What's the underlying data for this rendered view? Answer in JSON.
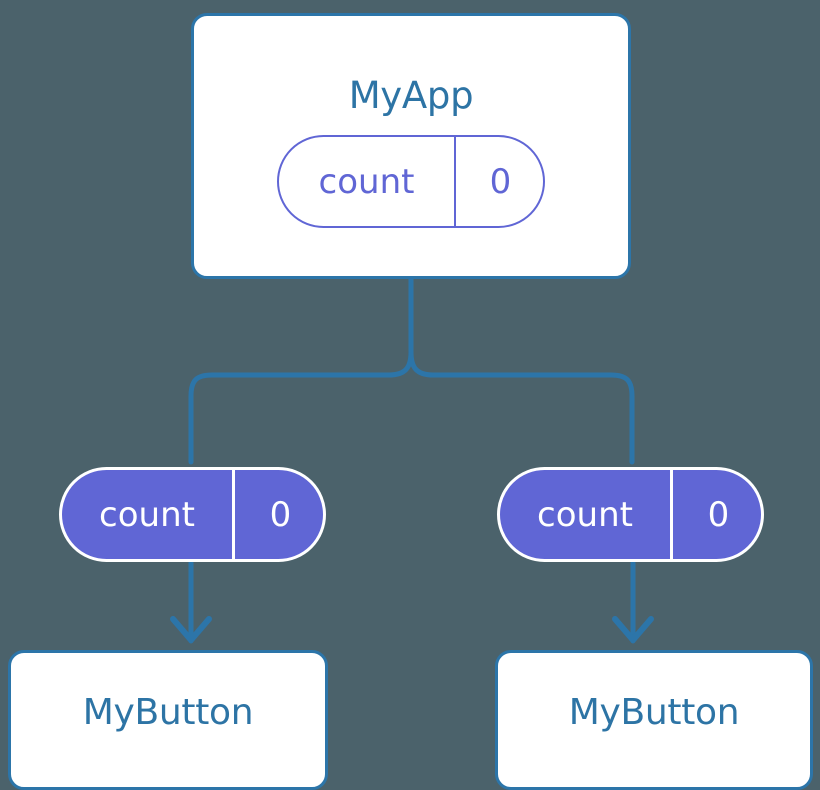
{
  "diagram": {
    "type": "component-state-tree",
    "background_color": "#4b626b",
    "colors": {
      "background": "#4b626b",
      "card_border": "#2c75a9",
      "card_fill": "#ffffff",
      "title_text": "#2d74a5",
      "connector": "#2c75a9",
      "pill_accent": "#6066d5",
      "pill_filled_text": "#ffffff",
      "pill_outline_text": "#6066d5"
    },
    "root": {
      "title": "MyApp",
      "state_pill": {
        "key": "count",
        "value": "0",
        "style": "outline"
      }
    },
    "branches": [
      {
        "prop_pill": {
          "key": "count",
          "value": "0",
          "style": "filled"
        },
        "child": {
          "title": "MyButton"
        }
      },
      {
        "prop_pill": {
          "key": "count",
          "value": "0",
          "style": "filled"
        },
        "child": {
          "title": "MyButton"
        }
      }
    ]
  }
}
